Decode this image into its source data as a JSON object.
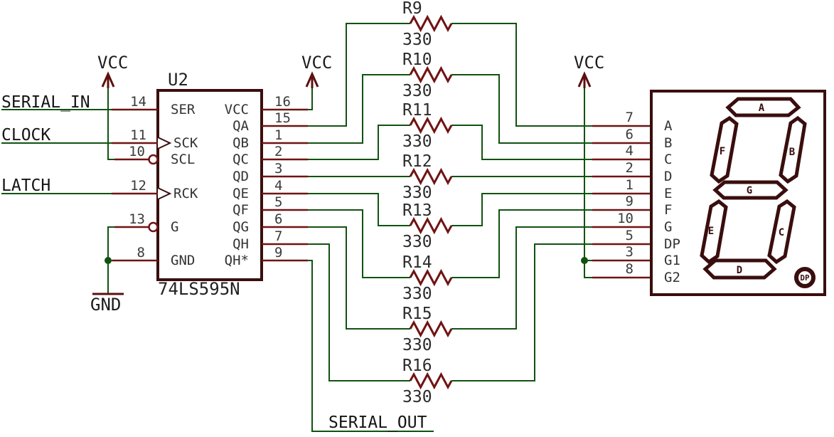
{
  "colors": {
    "wire_green": "#115211",
    "pin_maroon": "#701313",
    "component_outline": "#3a0e0e",
    "label_text": "#141414",
    "background": "#ffffff"
  },
  "power": {
    "vcc": "VCC",
    "gnd": "GND"
  },
  "net_labels": {
    "serial_in": "SERIAL_IN",
    "clock": "CLOCK",
    "latch": "LATCH",
    "serial_out": "SERIAL_OUT"
  },
  "u2": {
    "reference": "U2",
    "part_number": "74LS595N",
    "left_pins": [
      {
        "num": "14",
        "name": "SER"
      },
      {
        "num": "11",
        "name": "SCK"
      },
      {
        "num": "10",
        "name": "SCL"
      },
      {
        "num": "12",
        "name": "RCK"
      },
      {
        "num": "13",
        "name": "G"
      },
      {
        "num": "8",
        "name": "GND"
      }
    ],
    "right_pins": [
      {
        "num": "16",
        "name": "VCC"
      },
      {
        "num": "15",
        "name": "QA"
      },
      {
        "num": "1",
        "name": "QB"
      },
      {
        "num": "2",
        "name": "QC"
      },
      {
        "num": "3",
        "name": "QD"
      },
      {
        "num": "4",
        "name": "QE"
      },
      {
        "num": "5",
        "name": "QF"
      },
      {
        "num": "6",
        "name": "QG"
      },
      {
        "num": "7",
        "name": "QH"
      },
      {
        "num": "9",
        "name": "QH*"
      }
    ]
  },
  "resistors": [
    {
      "name": "R9",
      "value": "330"
    },
    {
      "name": "R10",
      "value": "330"
    },
    {
      "name": "R11",
      "value": "330"
    },
    {
      "name": "R12",
      "value": "330"
    },
    {
      "name": "R13",
      "value": "330"
    },
    {
      "name": "R14",
      "value": "330"
    },
    {
      "name": "R15",
      "value": "330"
    },
    {
      "name": "R16",
      "value": "330"
    }
  ],
  "display": {
    "pins": [
      {
        "num": "7",
        "name": "A"
      },
      {
        "num": "6",
        "name": "B"
      },
      {
        "num": "4",
        "name": "C"
      },
      {
        "num": "2",
        "name": "D"
      },
      {
        "num": "1",
        "name": "E"
      },
      {
        "num": "9",
        "name": "F"
      },
      {
        "num": "10",
        "name": "G"
      },
      {
        "num": "5",
        "name": "DP"
      },
      {
        "num": "3",
        "name": "G1"
      },
      {
        "num": "8",
        "name": "G2"
      }
    ],
    "segments": {
      "a": "A",
      "b": "B",
      "c": "C",
      "d": "D",
      "e": "E",
      "f": "F",
      "g": "G",
      "dp": "DP"
    }
  }
}
